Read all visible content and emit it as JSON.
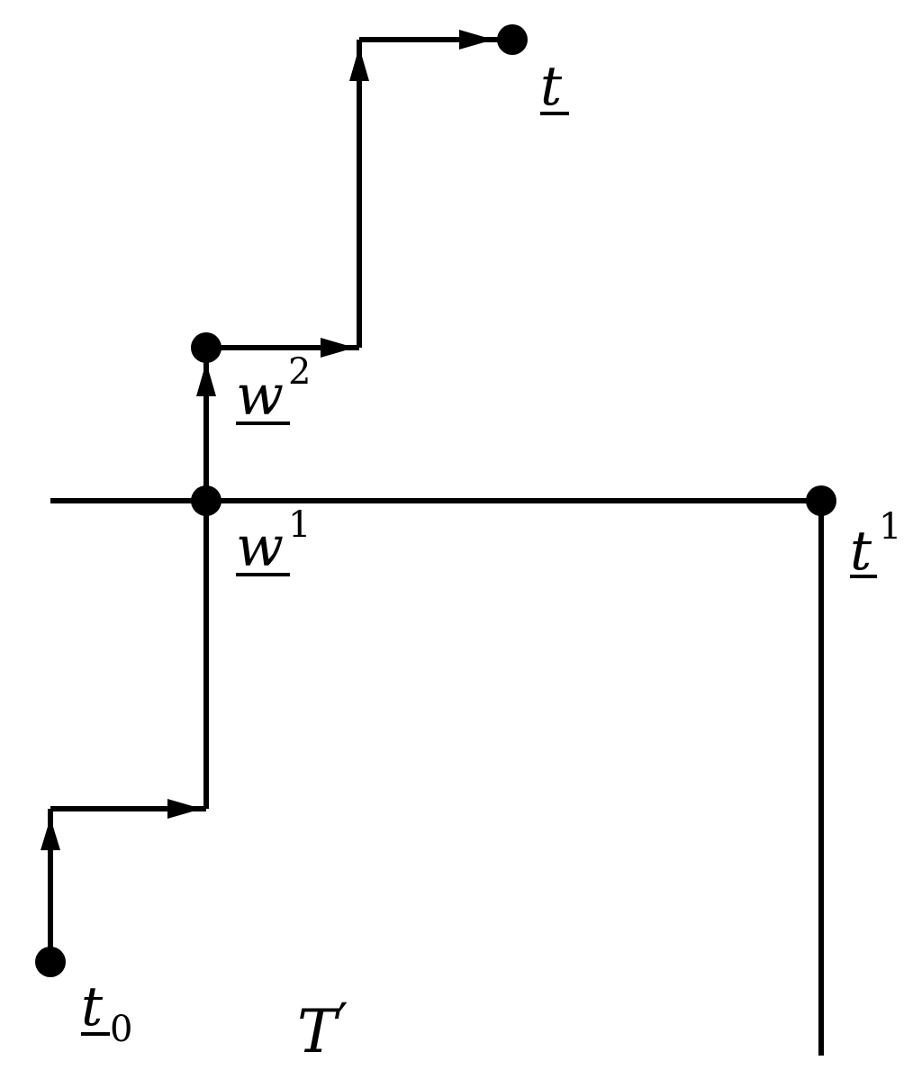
{
  "diagram": {
    "colors": {
      "ink": "#000000",
      "background": "#ffffff"
    },
    "nodes": {
      "t0": {
        "base": "t",
        "sub": "0",
        "sup": ""
      },
      "w1": {
        "base": "w",
        "sub": "",
        "sup": "1"
      },
      "w2": {
        "base": "w",
        "sub": "",
        "sup": "2"
      },
      "t": {
        "base": "t",
        "sub": "",
        "sup": ""
      },
      "t1": {
        "base": "t",
        "sub": "",
        "sup": "1"
      }
    },
    "region": {
      "label": "T",
      "prime": "′"
    }
  }
}
